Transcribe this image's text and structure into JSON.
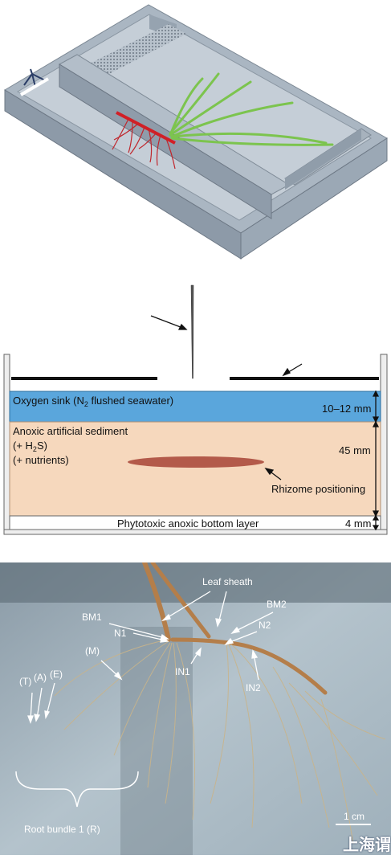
{
  "chamber_diagram": {
    "oxygen_sink_label_pre": "Oxygen sink (N",
    "oxygen_sink_label_sub": "2",
    "oxygen_sink_label_post": " flushed seawater)",
    "oxygen_sink_depth": "10–12 mm",
    "sediment_line1": "Anoxic artificial sediment",
    "sediment_line2_pre": "(+ H",
    "sediment_line2_sub": "2",
    "sediment_line2_post": "S)",
    "sediment_line3": "(+ nutrients)",
    "sediment_depth": "45 mm",
    "rhizome_label": "Rhizome positioning",
    "bottom_layer_label": "Phytotoxic anoxic bottom layer",
    "bottom_layer_depth": "4 mm"
  },
  "photo_labels": {
    "leaf_sheath": "Leaf sheath",
    "bm1": "BM1",
    "bm2": "BM2",
    "n1": "N1",
    "n2": "N2",
    "in1": "IN1",
    "in2": "IN2",
    "m": "(M)",
    "t": "(T)",
    "a": "(A)",
    "e": "(E)",
    "root_bundle": "Root bundle 1 (R)",
    "scale": "1 cm"
  },
  "watermark": "上海谓"
}
